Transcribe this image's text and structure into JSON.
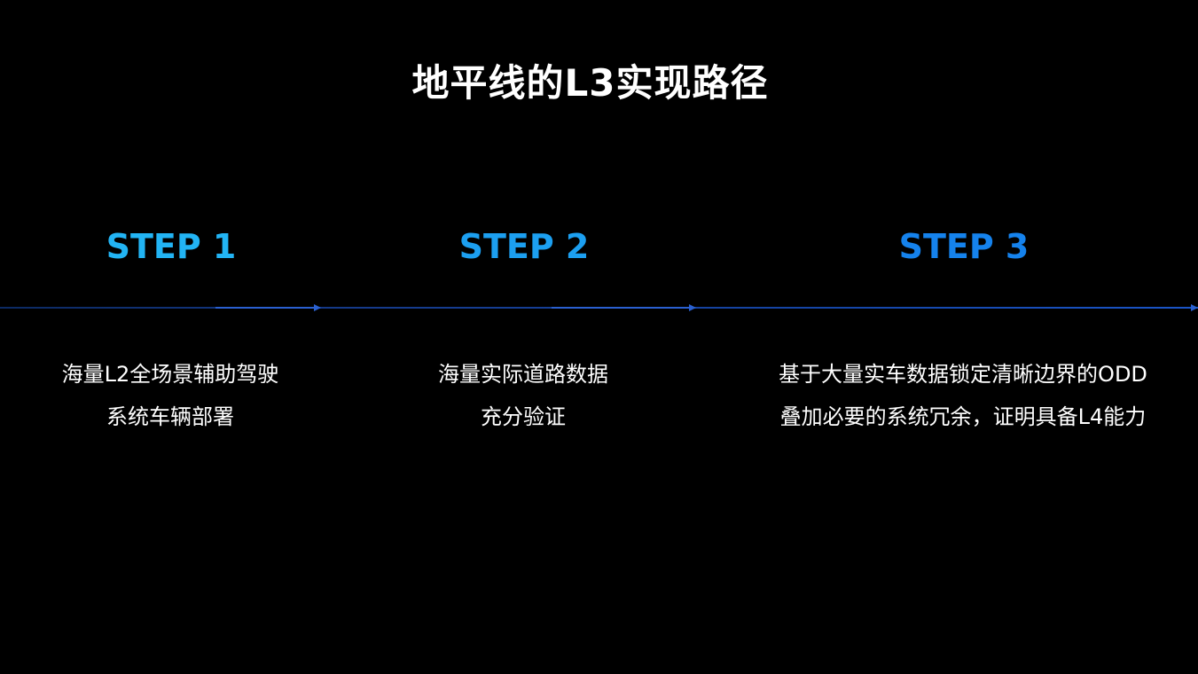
{
  "title": "地平线的L3实现路径",
  "steps": [
    {
      "label": "STEP 1",
      "lines": [
        "海量L2全场景辅助驾驶",
        "系统车辆部署"
      ]
    },
    {
      "label": "STEP 2",
      "lines": [
        "海量实际道路数据",
        "充分验证"
      ]
    },
    {
      "label": "STEP 3",
      "lines": [
        "基于大量实车数据锁定清晰边界的ODD",
        "叠加必要的系统冗余，证明具备L4能力"
      ]
    }
  ],
  "colors": {
    "background": "#000000",
    "text": "#ffffff",
    "step_1": "#22b4f4",
    "step_2": "#1c9ff0",
    "step_3": "#1582ec",
    "timeline": "#2a60d0"
  }
}
